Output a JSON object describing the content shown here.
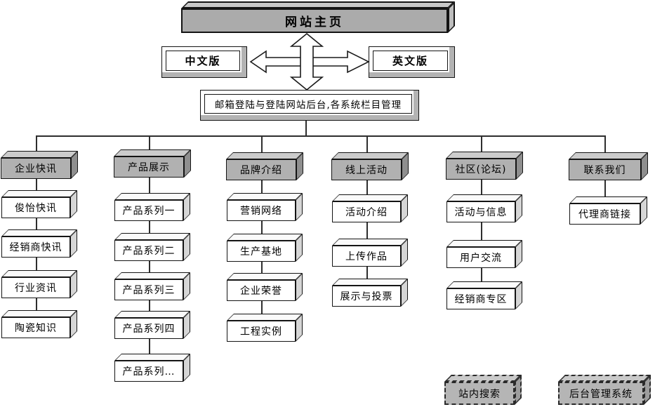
{
  "root": {
    "label": "网站主页"
  },
  "versions": {
    "chinese": "中文版",
    "english": "英文版"
  },
  "admin_bar": {
    "label": "邮箱登陆与登陆网站后台,各系统栏目管理"
  },
  "columns": [
    {
      "header": "企业快讯",
      "children": [
        "俊怡快讯",
        "经销商快讯",
        "行业资讯",
        "陶瓷知识"
      ]
    },
    {
      "header": "产品展示",
      "children": [
        "产品系列一",
        "产品系列二",
        "产品系列三",
        "产品系列四",
        "产品系列…"
      ]
    },
    {
      "header": "品牌介绍",
      "children": [
        "营销网络",
        "生产基地",
        "企业荣誉",
        "工程实例"
      ]
    },
    {
      "header": "线上活动",
      "children": [
        "活动介绍",
        "上传作品",
        "展示与投票"
      ]
    },
    {
      "header": "社区(论坛)",
      "children": [
        "活动与信息",
        "用户交流",
        "经销商专区"
      ]
    },
    {
      "header": "联系我们",
      "children": [
        "代理商链接"
      ]
    }
  ],
  "floating": {
    "site_search": "站内搜索",
    "backend": "后台管理系统"
  },
  "colors": {
    "header_fill": "#b1b1b1",
    "root_fill": "#ababab",
    "child_fill": "#ffffff",
    "dashed_fill": "#b5b5b5",
    "line": "#2e2e2e"
  }
}
